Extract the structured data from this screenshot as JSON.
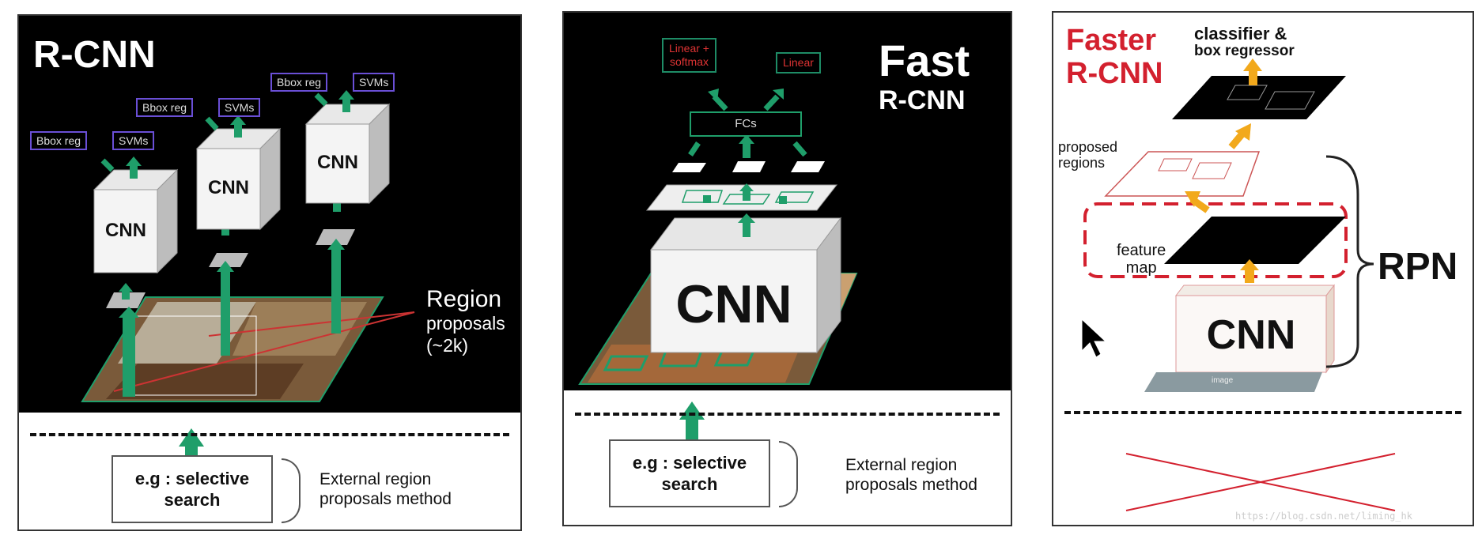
{
  "rcnn": {
    "title": "R-CNN",
    "labels_bbox": "Bbox reg",
    "labels_svm": "SVMs",
    "cnn": "CNN",
    "region1": "Region",
    "region2": "proposals",
    "region3": "(~2k)",
    "search1": "e.g : selective",
    "search2": "search",
    "ext1": "External region",
    "ext2": "proposals method"
  },
  "fast": {
    "title1": "Fast",
    "title2": "R-CNN",
    "linear_softmax1": "Linear +",
    "linear_softmax2": "softmax",
    "linear": "Linear",
    "fcs": "FCs",
    "cnn": "CNN",
    "search1": "e.g : selective",
    "search2": "search",
    "ext1": "External region",
    "ext2": "proposals method"
  },
  "faster": {
    "title1": "Faster",
    "title2": "R-CNN",
    "classifier1": "classifier &",
    "classifier2": "box regressor",
    "proposed1": "proposed",
    "proposed2": "regions",
    "feature1": "feature",
    "feature2": "map",
    "rpn": "RPN",
    "cnn": "CNN",
    "image": "image"
  },
  "watermark": "https://blog.csdn.net/liming_hk",
  "colors": {
    "green": "#1f9e6a",
    "orange": "#f2a91c",
    "red": "#d3202e",
    "purple": "#6a4fd6"
  }
}
